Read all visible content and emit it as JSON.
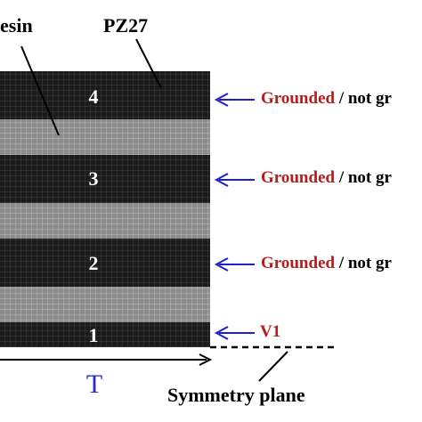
{
  "labels": {
    "resin": "esin",
    "pz27": "PZ27",
    "layer_4": "4",
    "layer_3": "3",
    "layer_2": "2",
    "layer_1": "1",
    "grounded": "Grounded",
    "not_grounded": " / not gr",
    "v1": "V1",
    "t": "T",
    "symmetry_plane": "Symmetry plane"
  },
  "colors": {
    "pz27_layer": "#1b1b1b",
    "resin_layer": "#8c8c8c",
    "arrow_blue": "#1f1fcc",
    "grounded_red": "#b01e1e",
    "text_black": "#000000",
    "t_blue": "#2a2ad0"
  }
}
